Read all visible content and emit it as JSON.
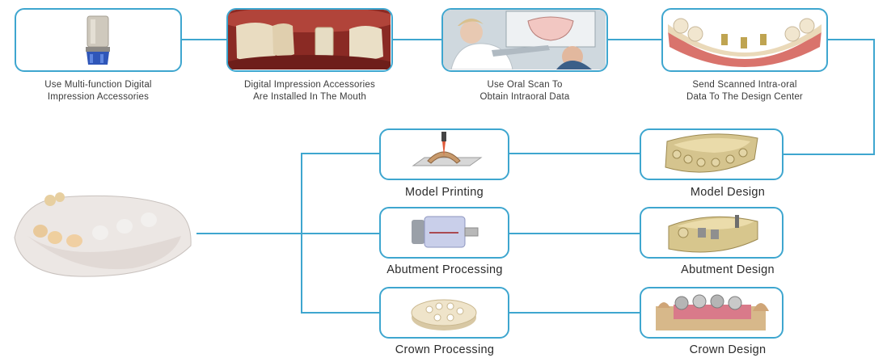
{
  "colors": {
    "connector": "#3ea6cf",
    "box_border": "#3ea6cf"
  },
  "top_steps": [
    {
      "line1": "Use Multi-function Digital",
      "line2": "Impression Accessories",
      "icon": "scan-body-accessory-icon"
    },
    {
      "line1": "Digital Impression Accessories",
      "line2": "Are Installed In The Mouth",
      "icon": "installed-accessory-photo-icon"
    },
    {
      "line1": "Use Oral Scan To",
      "line2": "Obtain Intraoral Data",
      "icon": "oral-scan-photo-icon"
    },
    {
      "line1": "Send Scanned Intra-oral",
      "line2": "Data To The Design Center",
      "icon": "scanned-arch-icon"
    }
  ],
  "left_column": [
    {
      "label": "Model Printing",
      "icon": "model-printer-icon"
    },
    {
      "label": "Abutment Processing",
      "icon": "abutment-milling-icon"
    },
    {
      "label": "Crown Processing",
      "icon": "crown-disc-icon"
    }
  ],
  "right_column": [
    {
      "label": "Model Design",
      "icon": "model-design-3d-icon"
    },
    {
      "label": "Abutment Design",
      "icon": "abutment-design-3d-icon"
    },
    {
      "label": "Crown Design",
      "icon": "crown-design-3d-icon"
    }
  ],
  "final_result_icon": "printed-dental-model-icon"
}
